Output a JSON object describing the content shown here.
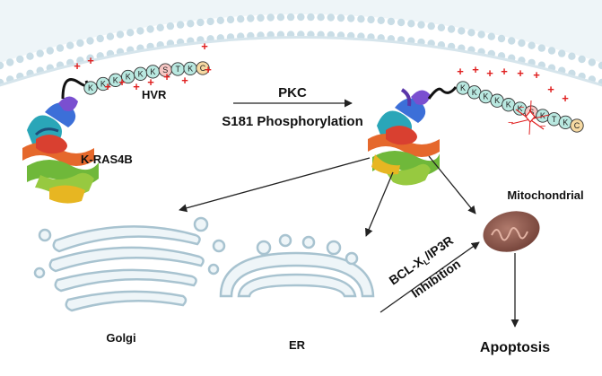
{
  "labels": {
    "hvr": "HVR",
    "pkc": "PKC",
    "phosphorylation": "S181 Phosphorylation",
    "protein": "K-RAS4B",
    "mitochondrial": "Mitochondrial",
    "golgi": "Golgi",
    "er": "ER",
    "bcl_line": "BCL-X",
    "bcl_sub": "L",
    "bcl_tail": "/IP3R",
    "inhibition": "Inhibition",
    "apoptosis": "Apoptosis"
  },
  "left_chain": [
    "K",
    "K",
    "K",
    "K",
    "K",
    "K",
    "S",
    "T",
    "K",
    "C"
  ],
  "right_chain": [
    "K",
    "K",
    "K",
    "K",
    "K",
    "K",
    "S",
    "K",
    "T",
    "K",
    "C"
  ],
  "colors": {
    "membrane_bg": "#eef5f8",
    "membrane_head": "#c9dde6",
    "lysine": "#b9e8e0",
    "serine": "#f7c7c4",
    "cysteine": "#f6d9a2",
    "plus": "#e02020",
    "mito": "#8a5246"
  }
}
